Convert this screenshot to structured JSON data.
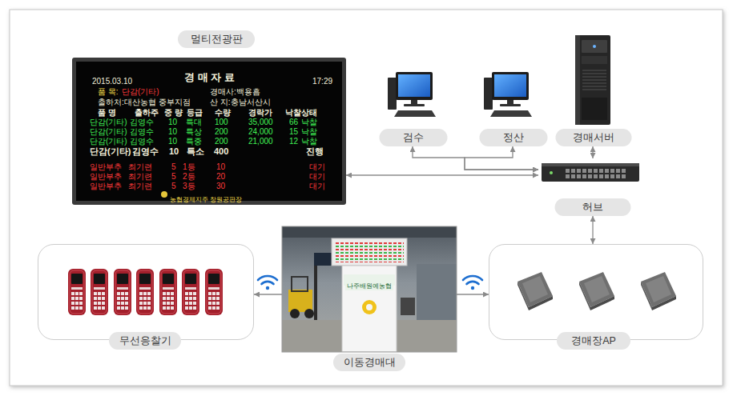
{
  "diagram": {
    "nodes": [
      {
        "text": [
          "멀티전광판"
        ]
      },
      {
        "text": [
          "검수"
        ]
      },
      {
        "text": [
          "정산"
        ]
      },
      {
        "text": [
          "경매서버"
        ]
      },
      {
        "text": [
          "허브"
        ]
      },
      {
        "text": [
          "무선응찰기"
        ]
      },
      {
        "text": [
          "이동경매대"
        ]
      },
      {
        "text": [
          "경매장AP"
        ]
      }
    ],
    "edges": [
      {
        "from": 0,
        "to": 4,
        "arrow": "both"
      },
      {
        "from": 4,
        "to": 1,
        "arrow": "both"
      },
      {
        "from": 4,
        "to": 2,
        "arrow": "both"
      },
      {
        "from": 3,
        "to": 4,
        "arrow": "both"
      },
      {
        "from": 4,
        "to": 7,
        "arrow": "both"
      },
      {
        "from": 6,
        "to": 5,
        "arrow": "to"
      },
      {
        "from": 6,
        "to": 7,
        "arrow": "to"
      }
    ],
    "labels": [
      "2015.03.10",
      "경 매 자 료",
      "17:29",
      "품 목:",
      "단감(기타)",
      "경매사:백용흠",
      "출하처:대산농협 중부지점",
      "산 지:충남서산시",
      "품 명",
      "출하주",
      "중 량",
      "등급",
      "수량",
      "경락가",
      "낙찰상태",
      "단감(기타)",
      "김영수",
      "10",
      "특대",
      "100",
      "35,000",
      "66",
      "낙찰",
      "단감(기타)",
      "김영수",
      "10",
      "특상",
      "200",
      "24,000",
      "15",
      "낙찰",
      "단감(기타)",
      "김영수",
      "10",
      "특중",
      "200",
      "21,000",
      "12",
      "낙찰",
      "단감(기타)",
      "김영수",
      "10",
      "특소",
      "400",
      "진행",
      "일반부추",
      "최기련",
      "5",
      "1등",
      "10",
      "대기",
      "일반부추",
      "최기련",
      "5",
      "2등",
      "20",
      "대기",
      "일반부추",
      "최기련",
      "5",
      "3등",
      "30",
      "대기",
      "농협경제지주 창원공판장",
      "나주배원예농협"
    ]
  }
}
